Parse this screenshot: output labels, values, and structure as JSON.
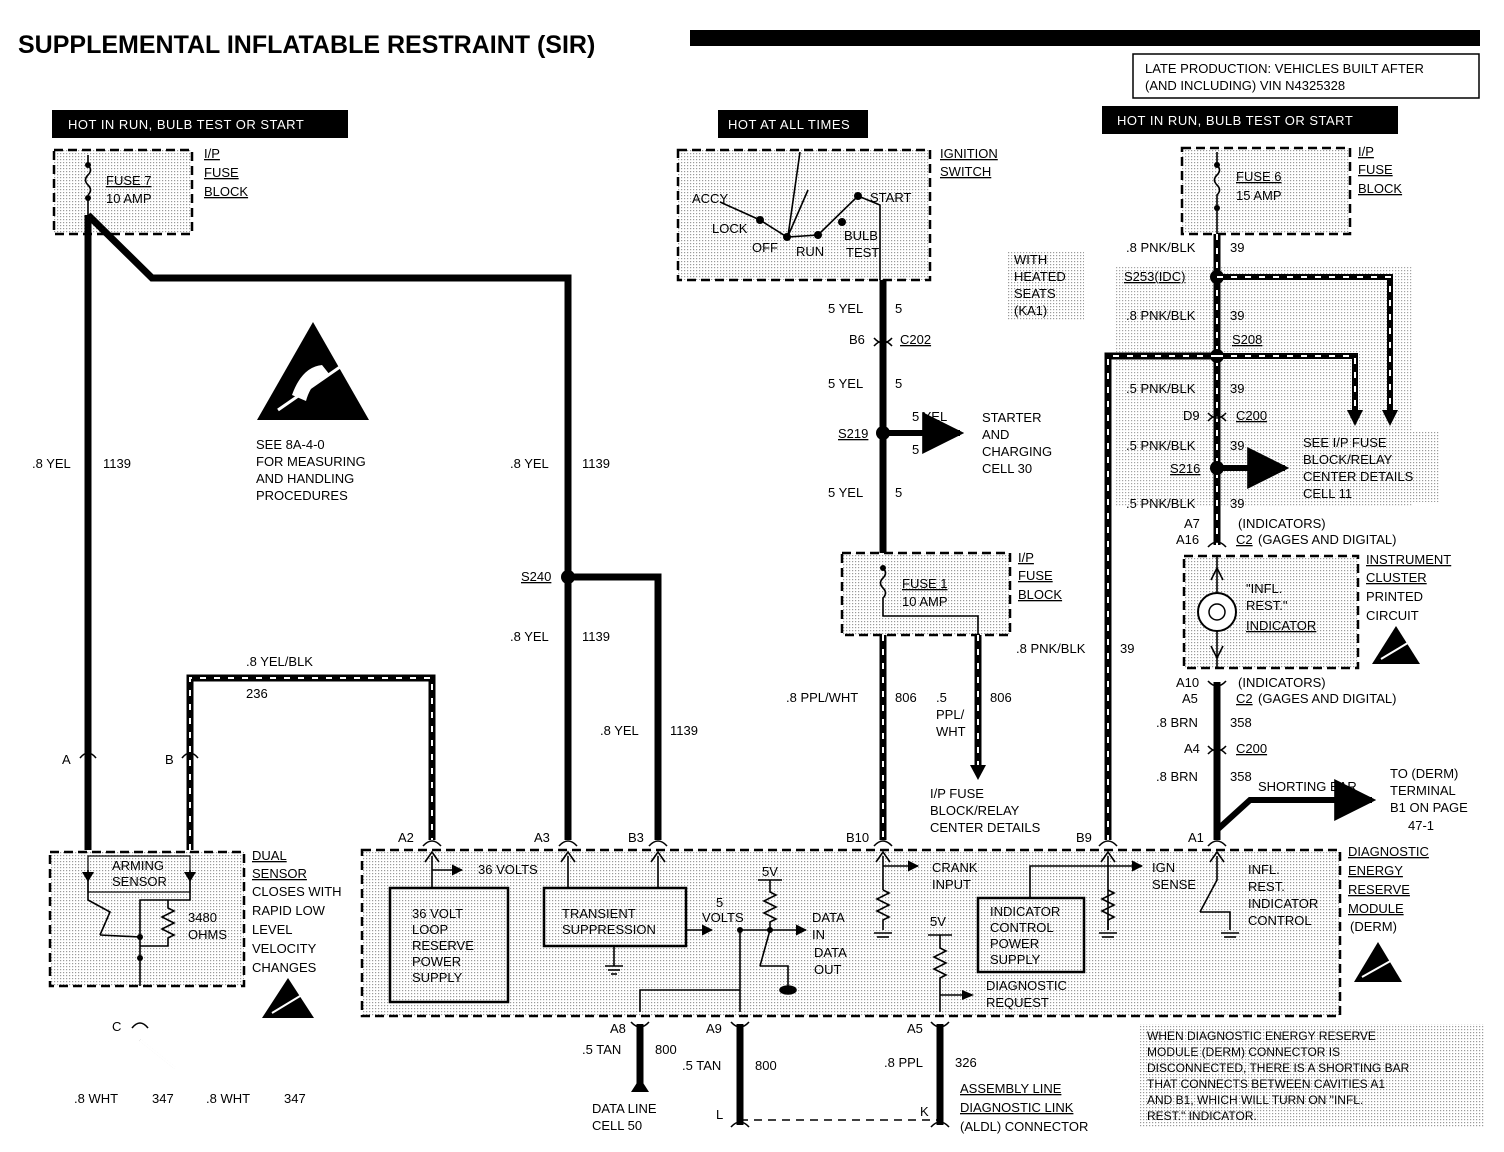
{
  "title": "SUPPLEMENTAL INFLATABLE RESTRAINT (SIR)",
  "late_production_note": [
    "LATE PRODUCTION: VEHICLES BUILT AFTER",
    "(AND INCLUDING) VIN N4325328"
  ],
  "headers": {
    "left": "HOT IN RUN, BULB TEST OR START",
    "middle": "HOT AT ALL TIMES",
    "right": "HOT IN RUN, BULB TEST OR START"
  },
  "fuse7": {
    "name": "FUSE 7",
    "rating": "10 AMP",
    "block": [
      "I/P",
      "FUSE",
      "BLOCK"
    ]
  },
  "fuse6": {
    "name": "FUSE 6",
    "rating": "15 AMP",
    "block": [
      "I/P",
      "FUSE",
      "BLOCK"
    ]
  },
  "fuse1": {
    "name": "FUSE 1",
    "rating": "10 AMP",
    "block": [
      "I/P",
      "FUSE",
      "BLOCK"
    ]
  },
  "ignition_switch": {
    "label": [
      "IGNITION",
      "SWITCH"
    ],
    "positions": {
      "accy": "ACCY",
      "lock": "LOCK",
      "off": "OFF",
      "run": "RUN",
      "bulb": "BULB",
      "test": "TEST",
      "start": "START"
    }
  },
  "esd_note": [
    "SEE 8A-4-0",
    "FOR MEASURING",
    "AND HANDLING",
    "PROCEDURES"
  ],
  "wires": {
    "yel_08": ".8 YEL",
    "circ_1139": "1139",
    "yelblk_08": ".8 YEL/BLK",
    "circ_236": "236",
    "yel_5": "5 YEL",
    "circ_5": "5",
    "pnkblk_08": ".8 PNK/BLK",
    "pnkblk_05": ".5 PNK/BLK",
    "circ_39": "39",
    "pplwht_08": ".8 PPL/WHT",
    "circ_806": "806",
    "ppl_wht_05": [
      ".5",
      "PPL/",
      "WHT"
    ],
    "brn_08": ".8 BRN",
    "circ_358": "358",
    "wht_08": ".8 WHT",
    "circ_347": "347",
    "tan_05": ".5 TAN",
    "circ_800": "800",
    "ppl_08": ".8 PPL",
    "circ_326": "326"
  },
  "splices": {
    "s240": "S240",
    "s219": "S219",
    "s253": "S253(IDC)",
    "s208": "S208",
    "s216": "S216"
  },
  "connectors": {
    "b6": "B6",
    "c202": "C202",
    "d9": "D9",
    "c200": "C200",
    "a7": "A7",
    "a16": "A16",
    "c2": "C2",
    "a10": "A10",
    "a5": "A5",
    "a4": "A4",
    "pin_a": "A",
    "pin_b": "B",
    "pin_c": "C",
    "a2": "A2",
    "a3": "A3",
    "b3": "B3",
    "b10": "B10",
    "b9": "B9",
    "a1": "A1",
    "a8": "A8",
    "a9": "A9",
    "a5b": "A5",
    "l": "L",
    "k": "K"
  },
  "indicators_note": "(INDICATORS)",
  "gages_note": "(GAGES AND DIGITAL)",
  "heated_seats": [
    "WITH",
    "HEATED",
    "SEATS",
    "(KA1)"
  ],
  "starter": [
    "STARTER",
    "AND",
    "CHARGING",
    "CELL 30"
  ],
  "see_ip_fuse": [
    "SEE I/P FUSE",
    "BLOCK/RELAY",
    "CENTER DETAILS",
    "CELL 11"
  ],
  "ip_fuse_details": [
    "I/P FUSE",
    "BLOCK/RELAY",
    "CENTER DETAILS"
  ],
  "instrument_cluster": [
    "INSTRUMENT",
    "CLUSTER",
    "PRINTED",
    "CIRCUIT"
  ],
  "infl_indicator": [
    "\"INFL.",
    "REST.\"",
    "INDICATOR"
  ],
  "shorting_bar": "SHORTING BAR",
  "to_derm": [
    "TO (DERM)",
    "TERMINAL",
    "B1 ON PAGE",
    "47-1"
  ],
  "arming_sensor": {
    "label": [
      "ARMING",
      "SENSOR"
    ],
    "resistance": [
      "3480",
      "OHMS"
    ],
    "desc": [
      "DUAL",
      "SENSOR",
      "CLOSES WITH",
      "RAPID LOW",
      "LEVEL",
      "VELOCITY",
      "CHANGES"
    ]
  },
  "derm": {
    "label": [
      "DIAGNOSTIC",
      "ENERGY",
      "RESERVE",
      "MODULE",
      "(DERM)"
    ],
    "volts36": "36 VOLTS",
    "loop_reserve": [
      "36 VOLT",
      "LOOP",
      "RESERVE",
      "POWER",
      "SUPPLY"
    ],
    "transient": [
      "TRANSIENT",
      "SUPPRESSION"
    ],
    "five_volts": [
      "5",
      "VOLTS"
    ],
    "v5": "5V",
    "data_in": [
      "DATA",
      "IN"
    ],
    "data_out": [
      "DATA",
      "OUT"
    ],
    "crank_input": [
      "CRANK",
      "INPUT"
    ],
    "indicator_power": [
      "INDICATOR",
      "CONTROL",
      "POWER",
      "SUPPLY"
    ],
    "diag_request": [
      "DIAGNOSTIC",
      "REQUEST"
    ],
    "ign_sense": [
      "IGN",
      "SENSE"
    ],
    "infl_control": [
      "INFL.",
      "REST.",
      "INDICATOR",
      "CONTROL"
    ]
  },
  "data_line": [
    "DATA LINE",
    "CELL 50"
  ],
  "aldl": [
    "ASSEMBLY LINE",
    "DIAGNOSTIC LINK",
    "(ALDL) CONNECTOR"
  ],
  "derm_disconnect_note": [
    "WHEN DIAGNOSTIC ENERGY RESERVE",
    "MODULE (DERM) CONNECTOR IS",
    "DISCONNECTED, THERE IS A SHORTING BAR",
    "THAT CONNECTS BETWEEN CAVITIES A1",
    "AND B1, WHICH WILL TURN ON \"INFL.",
    "REST.\" INDICATOR."
  ]
}
